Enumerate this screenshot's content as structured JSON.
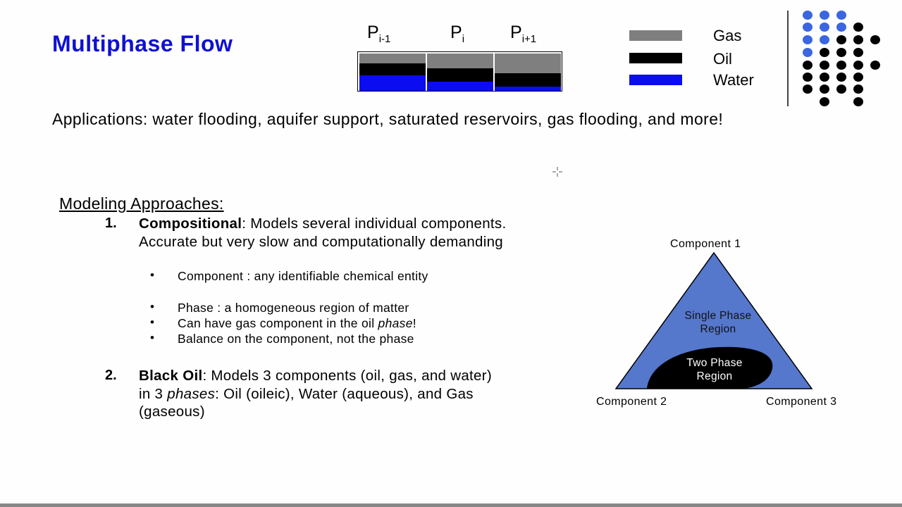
{
  "slide": {
    "title": "Multiphase Flow",
    "cells": [
      {
        "label": "P",
        "sub": "i-1"
      },
      {
        "label": "P",
        "sub": "i"
      },
      {
        "label": "P",
        "sub": "i+1"
      }
    ],
    "legend": [
      {
        "label": "Gas",
        "color": "#7f7f7f"
      },
      {
        "label": "Oil",
        "color": "#000000"
      },
      {
        "label": "Water",
        "color": "#0c0cf0"
      }
    ],
    "dot_colors": {
      "blue": "#3a66e0",
      "black": "#000000"
    },
    "applications": "Applications: water flooding, aquifer support, saturated reservoirs, gas flooding, and more!",
    "approaches_title": "Modeling Approaches:",
    "item1": {
      "number": "1.",
      "bold": "Compositional",
      "rest": ": Models several individual components. Accurate but very slow and computationally demanding",
      "bullets": [
        {
          "text": "Component : any identifiable chemical entity"
        },
        {
          "text": "Phase : a homogeneous region of matter"
        },
        {
          "pre": "Can have gas component in the oil ",
          "em": "phase",
          "post": "!"
        },
        {
          "text": "Balance on the component, not the phase"
        }
      ]
    },
    "item2": {
      "number": "2.",
      "bold": "Black Oil",
      "pre": ": Models 3 components (oil, gas, and water) in 3 ",
      "em": "phases",
      "post": ": Oil (oileic), Water (aqueous), and Gas (gaseous)"
    },
    "ternary": {
      "top": "Component 1",
      "left": "Component 2",
      "right": "Component 3",
      "single_phase": [
        "Single Phase",
        "Region"
      ],
      "two_phase": [
        "Two Phase",
        "Region"
      ],
      "fill": "#5577cc"
    }
  }
}
